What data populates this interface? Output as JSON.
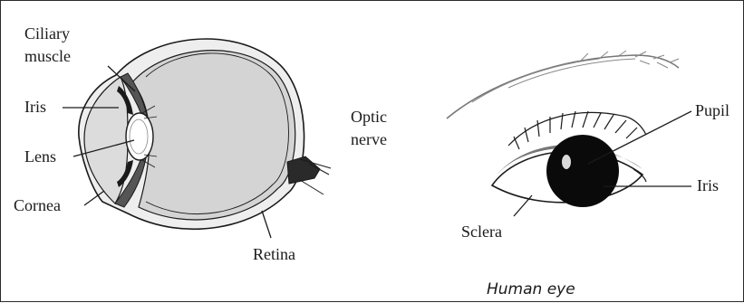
{
  "colors": {
    "line": "#1a1a1a",
    "eyeball_fill": "#d4d4d4",
    "eyeball_wall": "#eeeeee",
    "pupil": "#0a0a0a",
    "background": "#ffffff"
  },
  "cross_section": {
    "labels": {
      "ciliary_1": "Ciliary",
      "ciliary_2": "muscle",
      "iris": "Iris",
      "lens": "Lens",
      "cornea": "Cornea",
      "retina": "Retina",
      "optic_1": "Optic",
      "optic_2": "nerve"
    }
  },
  "external_eye": {
    "labels": {
      "pupil": "Pupil",
      "iris": "Iris",
      "sclera": "Sclera"
    }
  },
  "caption": "Human eye"
}
